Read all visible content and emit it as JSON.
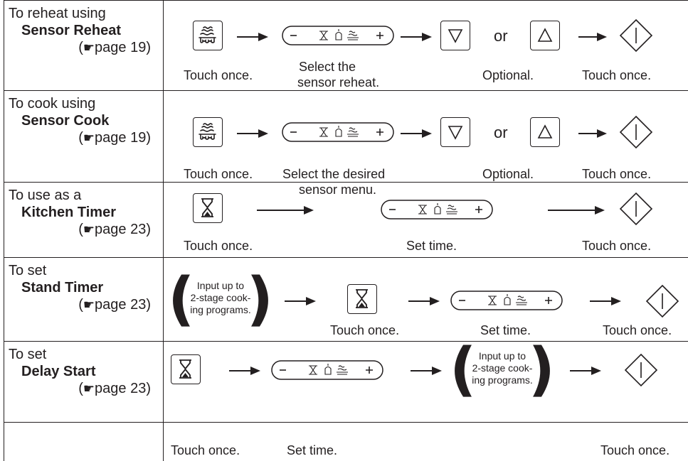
{
  "rows": [
    {
      "label_line1": "To reheat using",
      "label_line2": "Sensor Reheat",
      "label_ref": "page 19",
      "captions": [
        "Touch once.",
        "Select the",
        "sensor reheat.",
        "Optional.",
        "Touch once."
      ],
      "or_text": "or"
    },
    {
      "label_line1": "To cook using",
      "label_line2": "Sensor Cook",
      "label_ref": "page 19",
      "captions": [
        "Touch once.",
        "Select the desired",
        "sensor menu.",
        "Optional.",
        "Touch once."
      ],
      "or_text": "or"
    },
    {
      "label_line1": "To use as a",
      "label_line2": "Kitchen Timer",
      "label_ref": "page 23",
      "captions": [
        "Touch once.",
        "Set time.",
        "Touch once."
      ]
    },
    {
      "label_line1": "To set",
      "label_line2": "Stand Timer",
      "label_ref": "page 23",
      "paren_text": [
        "Input up to",
        "2-stage cook-",
        "ing programs."
      ],
      "captions": [
        "Touch once.",
        "Set time.",
        "Touch once."
      ]
    },
    {
      "label_line1": "To set",
      "label_line2": "Delay Start",
      "label_ref": "page 23",
      "paren_text": [
        "Input up to",
        "2-stage cook-",
        "ing programs."
      ],
      "captions": [
        "Touch once.",
        "Set time.",
        "Touch once."
      ]
    }
  ],
  "icons": {
    "pointing_hand": "☛",
    "sensor_key": "sensor-icon",
    "timer_key": "hourglass-icon",
    "dial": "dial-minus-plus-icon",
    "down_key": "triangle-down-icon",
    "up_key": "triangle-up-icon",
    "start_key": "start-icon"
  }
}
